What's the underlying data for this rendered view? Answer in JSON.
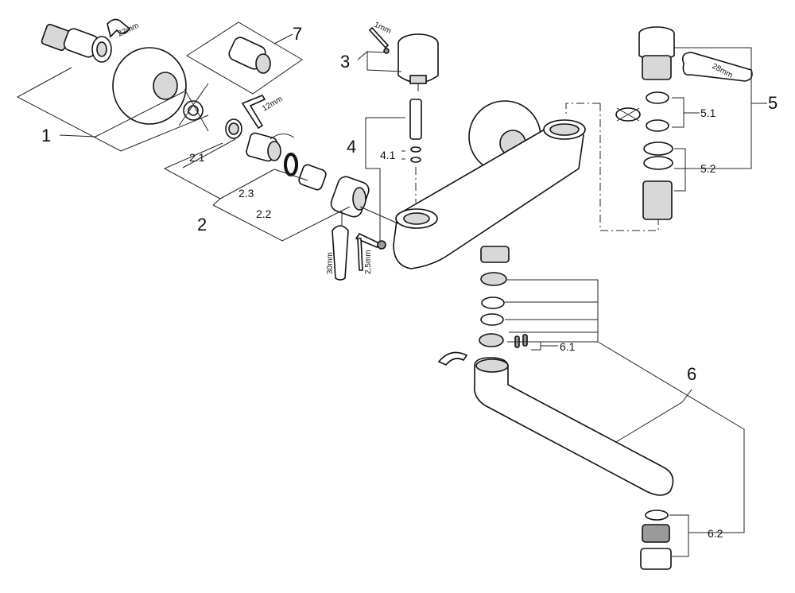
{
  "callouts": {
    "c1": "1",
    "c2": "2",
    "c2_1": "2.1",
    "c2_2": "2.2",
    "c2_3": "2.3",
    "c3": "3",
    "c4": "4",
    "c4_1": "4.1",
    "c5": "5",
    "c5_1": "5.1",
    "c5_2": "5.2",
    "c6": "6",
    "c6_1": "6.1",
    "c6_2": "6.2",
    "c7": "7"
  },
  "tool_sizes": {
    "t22": "22mm",
    "t12": "12mm",
    "t1": "1mm",
    "t28": "28mm",
    "t30": "30mm",
    "t2_5": "2,5mm"
  }
}
